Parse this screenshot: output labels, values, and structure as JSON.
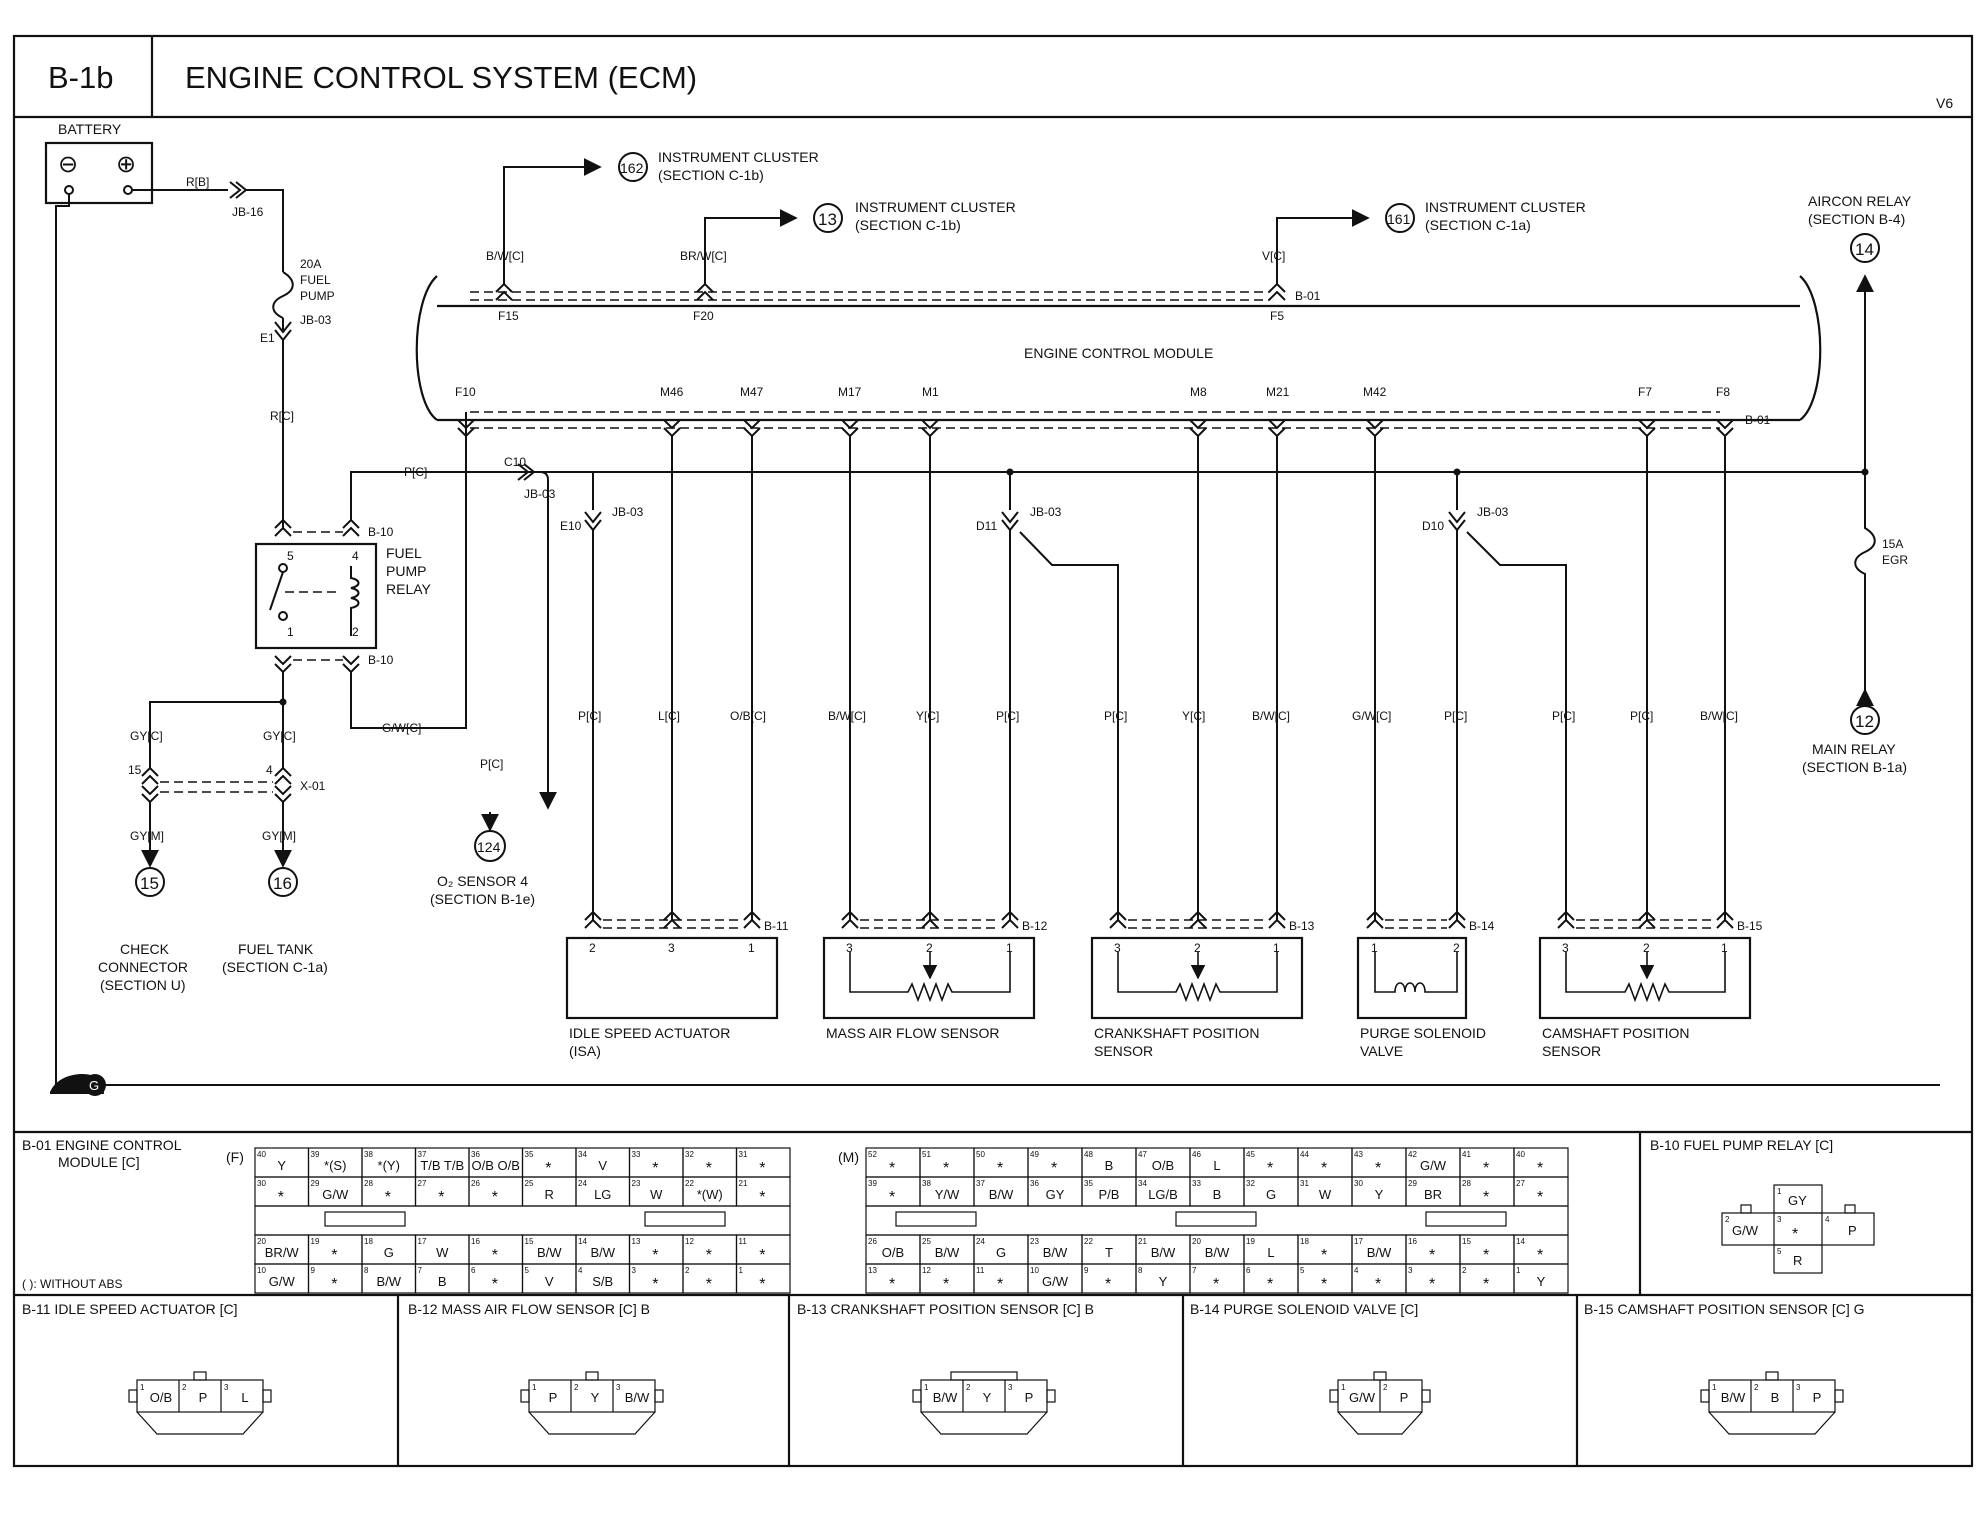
{
  "header": {
    "id": "B-1b",
    "title": "ENGINE CONTROL SYSTEM (ECM)",
    "variant": "V6"
  },
  "battery": {
    "label": "BATTERY",
    "minus": "⊖",
    "plus": "⊕"
  },
  "wires": {
    "rb": "R[B]",
    "rc": "R[C]",
    "pc": "P[C]",
    "gwc": "G/W[C]",
    "gyc": "GY[C]",
    "gym": "GY[M]",
    "bwc": "B/W[C]",
    "brwc": "BR/W[C]",
    "vc": "V[C]",
    "lc": "L[C]",
    "obc": "O/B[C]",
    "yc": "Y[C]"
  },
  "junctions": {
    "jb16": "JB-16",
    "jb03": "JB-03",
    "b10": "B-10",
    "x01": "X-01",
    "b01": "B-01",
    "e1": "E1",
    "c10": "C10",
    "e10": "E10",
    "d11": "D11",
    "d10": "D10"
  },
  "fuse_fuel": {
    "amp": "20A",
    "l1": "FUEL",
    "l2": "PUMP"
  },
  "fuse_egr": {
    "amp": "15A",
    "l1": "EGR"
  },
  "fuel_relay": {
    "l1": "FUEL",
    "l2": "PUMP",
    "l3": "RELAY",
    "p1": "1",
    "p2": "2",
    "p4": "4",
    "p5": "5"
  },
  "x01pins": {
    "p15": "15",
    "p4": "4"
  },
  "ecm": {
    "label": "ENGINE CONTROL MODULE"
  },
  "pins_top": {
    "f15": "F15",
    "f20": "F20",
    "f5": "F5"
  },
  "pins_bot": {
    "f10": "F10",
    "m46": "M46",
    "m47": "M47",
    "m17": "M17",
    "m1": "M1",
    "m8": "M8",
    "m21": "M21",
    "m42": "M42",
    "f7": "F7",
    "f8": "F8"
  },
  "refs": {
    "r162": {
      "num": "162",
      "l1": "INSTRUMENT CLUSTER",
      "l2": "(SECTION C-1b)"
    },
    "r13": {
      "num": "13",
      "l1": "INSTRUMENT CLUSTER",
      "l2": "(SECTION C-1b)"
    },
    "r161": {
      "num": "161",
      "l1": "INSTRUMENT CLUSTER",
      "l2": "(SECTION C-1a)"
    },
    "r14": {
      "num": "14",
      "l1": "AIRCON RELAY",
      "l2": "(SECTION B-4)"
    },
    "r12": {
      "num": "12",
      "l1": "MAIN RELAY",
      "l2": "(SECTION B-1a)"
    },
    "r124": {
      "num": "124",
      "l1": "O₂ SENSOR 4",
      "l2": "(SECTION B-1e)"
    },
    "r15": {
      "num": "15",
      "l1": "CHECK",
      "l2": "CONNECTOR",
      "l3": "(SECTION U)"
    },
    "r16": {
      "num": "16",
      "l1": "FUEL TANK",
      "l2": "(SECTION C-1a)"
    }
  },
  "components": {
    "isa": {
      "conn": "B-11",
      "l1": "IDLE SPEED ACTUATOR",
      "l2": "(ISA)",
      "pins": [
        "2",
        "3",
        "1"
      ]
    },
    "maf": {
      "conn": "B-12",
      "l1": "MASS AIR FLOW SENSOR",
      "pins": [
        "3",
        "2",
        "1"
      ]
    },
    "ckp": {
      "conn": "B-13",
      "l1": "CRANKSHAFT POSITION",
      "l2": "SENSOR",
      "pins": [
        "3",
        "2",
        "1"
      ]
    },
    "purge": {
      "conn": "B-14",
      "l1": "PURGE SOLENOID",
      "l2": "VALVE",
      "pins": [
        "1",
        "2"
      ]
    },
    "cmp": {
      "conn": "B-15",
      "l1": "CAMSHAFT POSITION",
      "l2": "SENSOR",
      "pins": [
        "3",
        "2",
        "1"
      ]
    }
  },
  "ground": {
    "label": "G"
  },
  "connectors": {
    "ecm_title1": "B-01 ENGINE CONTROL",
    "ecm_title2": "MODULE [C]",
    "f_label": "(F)",
    "m_label": "(M)",
    "abs_note": "( ): WITHOUT ABS",
    "f_row1": [
      {
        "n": "40",
        "v": "Y"
      },
      {
        "n": "39",
        "v": "*(S)"
      },
      {
        "n": "38",
        "v": "*(Y)"
      },
      {
        "n": "37",
        "v": "T/B T/B"
      },
      {
        "n": "36",
        "v": "O/B O/B"
      },
      {
        "n": "35",
        "v": "*"
      },
      {
        "n": "34",
        "v": "V"
      },
      {
        "n": "33",
        "v": "*"
      },
      {
        "n": "32",
        "v": "*"
      },
      {
        "n": "31",
        "v": "*"
      }
    ],
    "f_row2": [
      {
        "n": "30",
        "v": "*"
      },
      {
        "n": "29",
        "v": "G/W"
      },
      {
        "n": "28",
        "v": "*"
      },
      {
        "n": "27",
        "v": "*"
      },
      {
        "n": "26",
        "v": "*"
      },
      {
        "n": "25",
        "v": "R"
      },
      {
        "n": "24",
        "v": "LG"
      },
      {
        "n": "23",
        "v": "W"
      },
      {
        "n": "22",
        "v": "*(W)"
      },
      {
        "n": "21",
        "v": "*"
      }
    ],
    "f_row3": [
      {
        "n": "20",
        "v": "BR/W"
      },
      {
        "n": "19",
        "v": "*"
      },
      {
        "n": "18",
        "v": "G"
      },
      {
        "n": "17",
        "v": "W"
      },
      {
        "n": "16",
        "v": "*"
      },
      {
        "n": "15",
        "v": "B/W"
      },
      {
        "n": "14",
        "v": "B/W"
      },
      {
        "n": "13",
        "v": "*"
      },
      {
        "n": "12",
        "v": "*"
      },
      {
        "n": "11",
        "v": "*"
      }
    ],
    "f_row4": [
      {
        "n": "10",
        "v": "G/W"
      },
      {
        "n": "9",
        "v": "*"
      },
      {
        "n": "8",
        "v": "B/W"
      },
      {
        "n": "7",
        "v": "B"
      },
      {
        "n": "6",
        "v": "*"
      },
      {
        "n": "5",
        "v": "V"
      },
      {
        "n": "4",
        "v": "S/B"
      },
      {
        "n": "3",
        "v": "*"
      },
      {
        "n": "2",
        "v": "*"
      },
      {
        "n": "1",
        "v": "*"
      }
    ],
    "m_row1": [
      {
        "n": "52",
        "v": "*"
      },
      {
        "n": "51",
        "v": "*"
      },
      {
        "n": "50",
        "v": "*"
      },
      {
        "n": "49",
        "v": "*"
      },
      {
        "n": "48",
        "v": "B"
      },
      {
        "n": "47",
        "v": "O/B"
      },
      {
        "n": "46",
        "v": "L"
      },
      {
        "n": "45",
        "v": "*"
      },
      {
        "n": "44",
        "v": "*"
      },
      {
        "n": "43",
        "v": "*"
      },
      {
        "n": "42",
        "v": "G/W"
      },
      {
        "n": "41",
        "v": "*"
      },
      {
        "n": "40",
        "v": "*"
      }
    ],
    "m_row2": [
      {
        "n": "39",
        "v": "*"
      },
      {
        "n": "38",
        "v": "Y/W"
      },
      {
        "n": "37",
        "v": "B/W"
      },
      {
        "n": "36",
        "v": "GY"
      },
      {
        "n": "35",
        "v": "P/B"
      },
      {
        "n": "34",
        "v": "LG/B"
      },
      {
        "n": "33",
        "v": "B"
      },
      {
        "n": "32",
        "v": "G"
      },
      {
        "n": "31",
        "v": "W"
      },
      {
        "n": "30",
        "v": "Y"
      },
      {
        "n": "29",
        "v": "BR"
      },
      {
        "n": "28",
        "v": "*"
      },
      {
        "n": "27",
        "v": "*"
      }
    ],
    "m_row3": [
      {
        "n": "26",
        "v": "O/B"
      },
      {
        "n": "25",
        "v": "B/W"
      },
      {
        "n": "24",
        "v": "G"
      },
      {
        "n": "23",
        "v": "B/W"
      },
      {
        "n": "22",
        "v": "T"
      },
      {
        "n": "21",
        "v": "B/W"
      },
      {
        "n": "20",
        "v": "B/W"
      },
      {
        "n": "19",
        "v": "L"
      },
      {
        "n": "18",
        "v": "*"
      },
      {
        "n": "17",
        "v": "B/W"
      },
      {
        "n": "16",
        "v": "*"
      },
      {
        "n": "15",
        "v": "*"
      },
      {
        "n": "14",
        "v": "*"
      }
    ],
    "m_row4": [
      {
        "n": "13",
        "v": "*"
      },
      {
        "n": "12",
        "v": "*"
      },
      {
        "n": "11",
        "v": "*"
      },
      {
        "n": "10",
        "v": "G/W"
      },
      {
        "n": "9",
        "v": "*"
      },
      {
        "n": "8",
        "v": "Y"
      },
      {
        "n": "7",
        "v": "*"
      },
      {
        "n": "6",
        "v": "*"
      },
      {
        "n": "5",
        "v": "*"
      },
      {
        "n": "4",
        "v": "*"
      },
      {
        "n": "3",
        "v": "*"
      },
      {
        "n": "2",
        "v": "*"
      },
      {
        "n": "1",
        "v": "Y"
      }
    ],
    "b10": {
      "title": "B-10 FUEL PUMP RELAY [C]",
      "p1": "1",
      "p1v": "GY",
      "p2": "2",
      "p2v": "G/W",
      "p3": "3",
      "p3v": "*",
      "p4": "4",
      "p4v": "P",
      "p5": "5",
      "p5v": "R"
    },
    "b11": {
      "title": "B-11 IDLE SPEED ACTUATOR [C]",
      "pins": [
        {
          "n": "1",
          "v": "O/B"
        },
        {
          "n": "2",
          "v": "P"
        },
        {
          "n": "3",
          "v": "L"
        }
      ]
    },
    "b12": {
      "title": "B-12 MASS AIR FLOW SENSOR [C] B",
      "pins": [
        {
          "n": "1",
          "v": "P"
        },
        {
          "n": "2",
          "v": "Y"
        },
        {
          "n": "3",
          "v": "B/W"
        }
      ]
    },
    "b13": {
      "title": "B-13 CRANKSHAFT POSITION SENSOR [C] B",
      "pins": [
        {
          "n": "1",
          "v": "B/W"
        },
        {
          "n": "2",
          "v": "Y"
        },
        {
          "n": "3",
          "v": "P"
        }
      ]
    },
    "b14": {
      "title": "B-14 PURGE SOLENOID VALVE [C]",
      "pins": [
        {
          "n": "1",
          "v": "G/W"
        },
        {
          "n": "2",
          "v": "P"
        }
      ]
    },
    "b15": {
      "title": "B-15 CAMSHAFT POSITION SENSOR [C] G",
      "pins": [
        {
          "n": "1",
          "v": "B/W"
        },
        {
          "n": "2",
          "v": "B"
        },
        {
          "n": "3",
          "v": "P"
        }
      ]
    }
  }
}
